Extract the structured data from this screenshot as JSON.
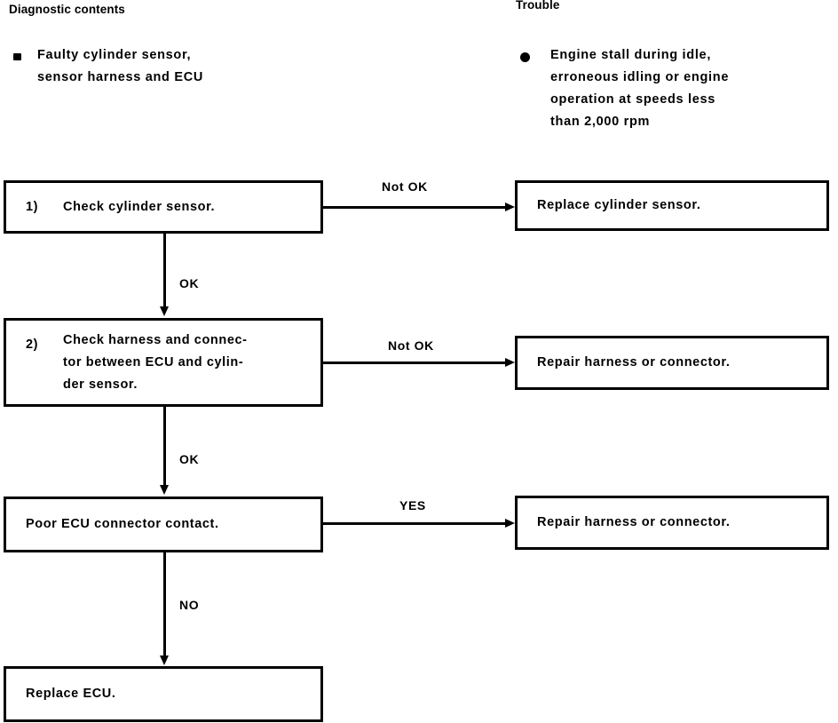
{
  "columns": {
    "left_header": "Diagnostic contents",
    "right_header": "Trouble"
  },
  "bullets": {
    "diagnostic": "Faulty cylinder sensor,\nsensor harness and ECU",
    "trouble": "Engine stall during idle,\nerroneous idling or engine\noperation at speeds less\nthan 2,000 rpm"
  },
  "flow": {
    "steps": [
      {
        "index": "1)",
        "text": "Check cylinder sensor.",
        "branch_label": "Not OK",
        "branch_result": "Replace cylinder sensor.",
        "next_label": "OK"
      },
      {
        "index": "2)",
        "text": "Check harness and connec-\ntor between ECU and cylin-\nder sensor.",
        "branch_label": "Not OK",
        "branch_result": "Repair harness or connector.",
        "next_label": "OK"
      },
      {
        "index": "",
        "text": "Poor ECU connector contact.",
        "branch_label": "YES",
        "branch_result": "Repair harness or connector.",
        "next_label": "NO"
      },
      {
        "index": "",
        "text": "Replace ECU.",
        "branch_label": "",
        "branch_result": "",
        "next_label": ""
      }
    ]
  },
  "colors": {
    "ink": "#000000",
    "paper": "#ffffff"
  }
}
